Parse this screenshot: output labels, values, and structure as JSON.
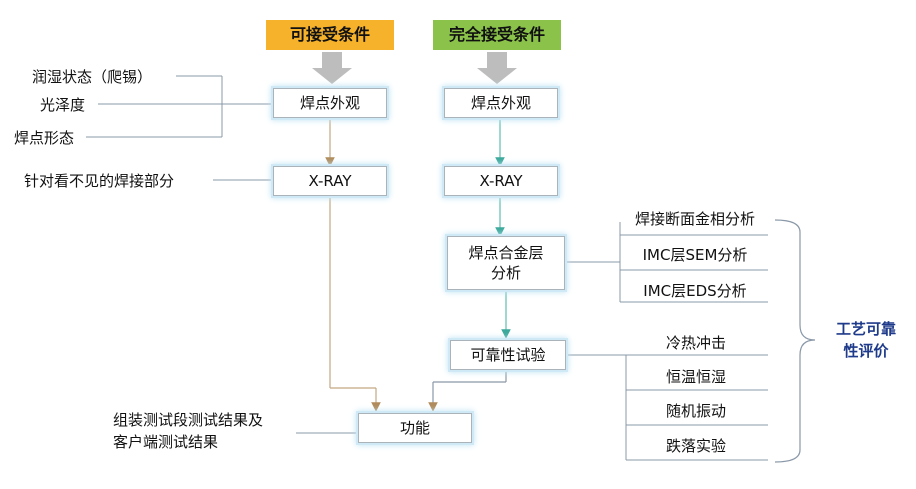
{
  "headers": {
    "acceptable": "可接受条件",
    "fully_acceptable": "完全接受条件"
  },
  "left": {
    "solder_appearance": "焊点外观",
    "xray": "X-RAY",
    "wetting": "润湿状态（爬锡）",
    "gloss": "光泽度",
    "shape": "焊点形态",
    "invisible": "针对看不见的焊接部分"
  },
  "right": {
    "solder_appearance": "焊点外观",
    "xray": "X-RAY",
    "alloy_line1": "焊点合金层",
    "alloy_line2": "分析",
    "reliability_test": "可靠性试验"
  },
  "function": {
    "label": "功能",
    "note_line1": "组装测试段测试结果及",
    "note_line2": "客户端测试结果"
  },
  "alloy_items": [
    "焊接断面金相分析",
    "IMC层SEM分析",
    "IMC层EDS分析"
  ],
  "reliability_items": [
    "冷热冲击",
    "恒温恒湿",
    "随机振动",
    "跌落实验"
  ],
  "evaluation": {
    "line1": "工艺可靠",
    "line2": "性评价"
  },
  "colors": {
    "acceptable_header": "#f5b22a",
    "fully_acceptable_header": "#8bc34a",
    "box_glow": "#bfe3f3",
    "left_connector": "#c4a882",
    "right_connector": "#5fbfb0",
    "evaluation_text": "#1e3a8a"
  }
}
